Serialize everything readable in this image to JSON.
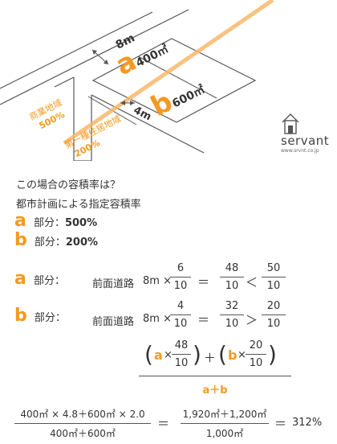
{
  "diagram": {
    "road_width_top": "8m",
    "road_width_side": "4m",
    "area_a_letter": "a",
    "area_a_value": "400㎡",
    "area_b_letter": "b",
    "area_b_value": "600㎡",
    "zone_commercial": "商業地域",
    "zone_commercial_ratio": "500%",
    "zone_residential": "第一種住居地域",
    "zone_residential_ratio": "200%"
  },
  "logo": {
    "name": "servant",
    "url": "www.srvnt.co.jp"
  },
  "question": "この場合の容積率は？",
  "subtitle": "都市計画による指定容積率",
  "part_label": "部分：",
  "part_label_calc": "部分：",
  "a_specified": {
    "letter": "a",
    "value": "500%"
  },
  "b_specified": {
    "letter": "b",
    "value": "200%"
  },
  "road_label": "前面道路",
  "calc_a": {
    "letter": "a",
    "width": "8m ×",
    "num1": "6",
    "den1": "10",
    "eq": "＝",
    "num2": "48",
    "den2": "10",
    "cmp": "＜",
    "num3": "50",
    "den3": "10"
  },
  "calc_b": {
    "letter": "b",
    "width": "8m ×",
    "num1": "4",
    "den1": "10",
    "eq": "＝",
    "num2": "32",
    "den2": "10",
    "cmp": "＞",
    "num3": "20",
    "den3": "10"
  },
  "weighted": {
    "open1": "(",
    "a": "a",
    "times1": "×",
    "num1": "48",
    "den1": "10",
    "close1": ")",
    "plus": "＋",
    "open2": "(",
    "b": "b",
    "times2": "×",
    "num2": "20",
    "den2": "10",
    "close2": ")",
    "denominator": "a＋b"
  },
  "final": {
    "num1": "400㎡ × 4.8＋600㎡ × 2.0",
    "den1": "400㎡＋600㎡",
    "eq1": "＝",
    "num2": "1,920㎡＋1,200㎡",
    "den2": "1,000㎡",
    "eq2": "＝",
    "result": "312%"
  },
  "colors": {
    "accent": "#f39a21",
    "line": "#555555"
  }
}
